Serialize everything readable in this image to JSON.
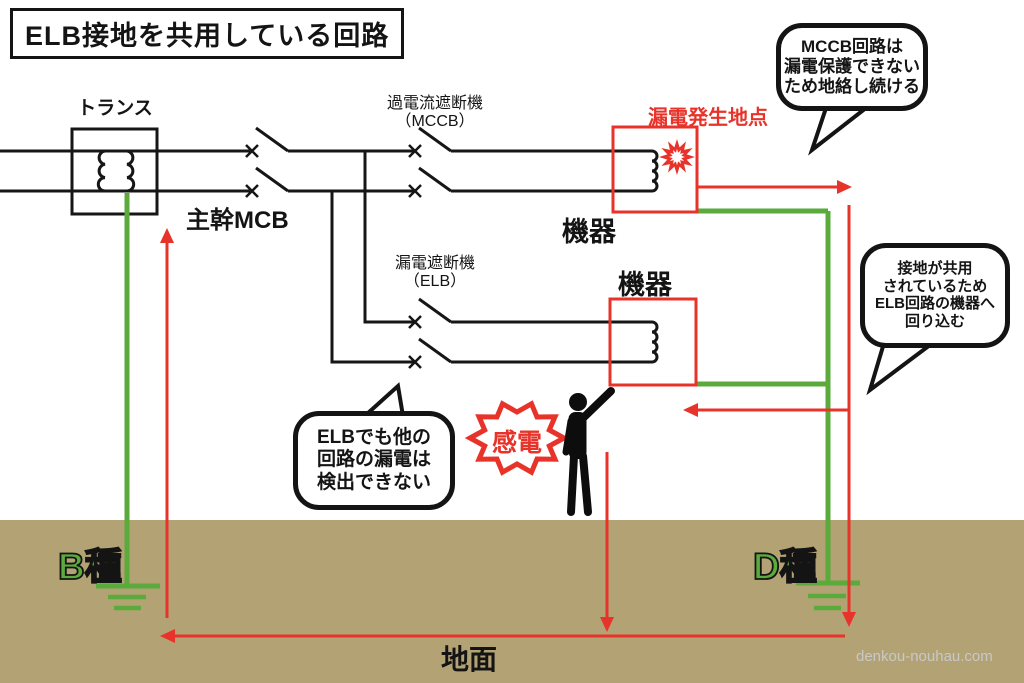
{
  "title": "ELB接地を共用している回路",
  "labels": {
    "transformer": "トランス",
    "main_mcb": "主幹MCB",
    "mccb_line1": "過電流遮断機",
    "mccb_line2": "（MCCB）",
    "elb_line1": "漏電遮断機",
    "elb_line2": "（ELB）",
    "equipment": "機器",
    "leak_point": "漏電発生地点",
    "shock": "感電",
    "ground_b": "B種",
    "ground_d": "D種",
    "ground_surface": "地面",
    "watermark": "denkou-nouhau.com"
  },
  "bubbles": {
    "mccb": {
      "lines": [
        "MCCB回路は",
        "漏電保護できない",
        "ため地絡し続ける"
      ]
    },
    "shared_ground": {
      "lines": [
        "接地が共用",
        "されているため",
        "ELB回路の機器へ",
        "回り込む"
      ]
    },
    "elb": {
      "lines": [
        "ELBでも他の",
        "回路の漏電は",
        "検出できない"
      ]
    }
  },
  "colors": {
    "wire": "#161616",
    "leak_red": "#e8332a",
    "earth_green": "#5aaa3c",
    "soil": "#b3a274"
  }
}
